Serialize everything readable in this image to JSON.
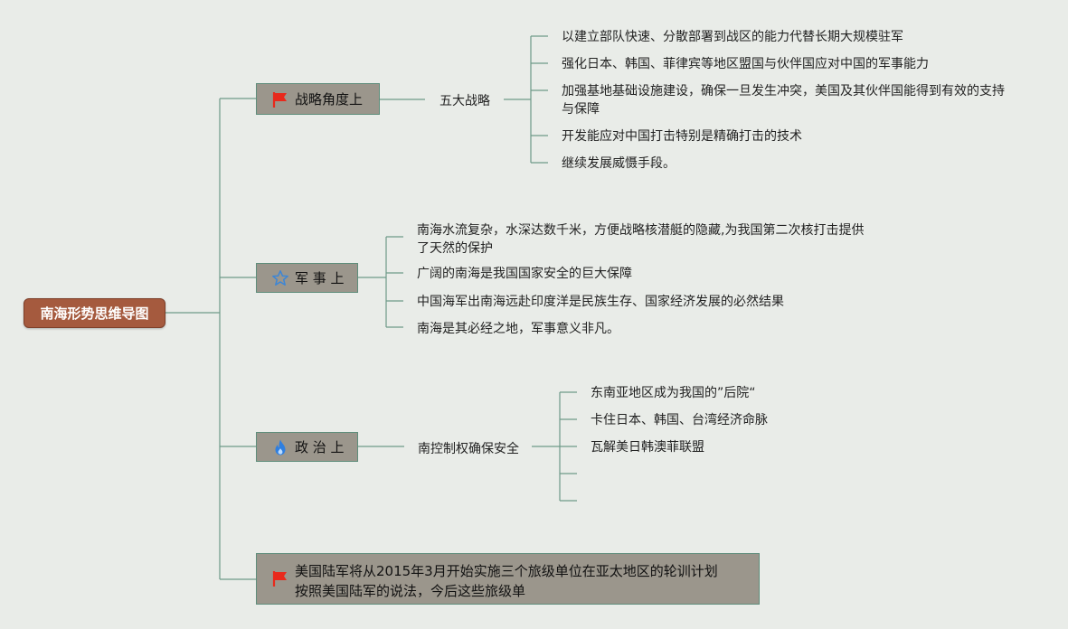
{
  "root": {
    "label": "南海形势思维导图"
  },
  "branches": [
    {
      "label": "战略角度上",
      "icon": "flag-icon",
      "sub": "五大战略",
      "leaves": [
        [
          "以建立部队快速、分散部署到战区的能力代替长期大规模驻军"
        ],
        [
          "强化日本、韩国、菲律宾等地区盟国与伙伴国应对中国的军事能力"
        ],
        [
          "加强基地基础设施建设，确保一旦发生冲突，美国及其伙伴国能得到有效的支持",
          "与保障"
        ],
        [
          "开发能应对中国打击特别是精确打击的技术"
        ],
        [
          "继续发展威慑手段。"
        ]
      ]
    },
    {
      "label": "军 事 上",
      "icon": "star-icon",
      "leaves": [
        [
          "南海水流复杂，水深达数千米，方便战略核潜艇的隐藏,为我国第二次核打击提供",
          "了天然的保护"
        ],
        [
          "广阔的南海是我国国家安全的巨大保障"
        ],
        [
          "中国海军出南海远赴印度洋是民族生存、国家经济发展的必然结果"
        ],
        [
          "南海是其必经之地，军事意义非凡。"
        ]
      ]
    },
    {
      "label": "政 治 上",
      "icon": "fire-icon",
      "sub": "南控制权确保安全",
      "leaves": [
        [
          "东南亚地区成为我国的”后院“"
        ],
        [
          "卡住日本、韩国、台湾经济命脉"
        ],
        [
          "瓦解美日韩澳菲联盟"
        ]
      ]
    },
    {
      "icon": "flag-icon",
      "lines": [
        "美国陆军将从2015年3月开始实施三个旅级单位在亚太地区的轮训计划",
        "按照美国陆军的说法，今后这些旅级单"
      ]
    }
  ],
  "colors": {
    "line": "#6e9a89",
    "root_fill": "#a55a3e",
    "branch_fill": "#9b968c",
    "flag": "#e8291c",
    "star": "#3d86d6",
    "fire": "#2f7fe0"
  }
}
